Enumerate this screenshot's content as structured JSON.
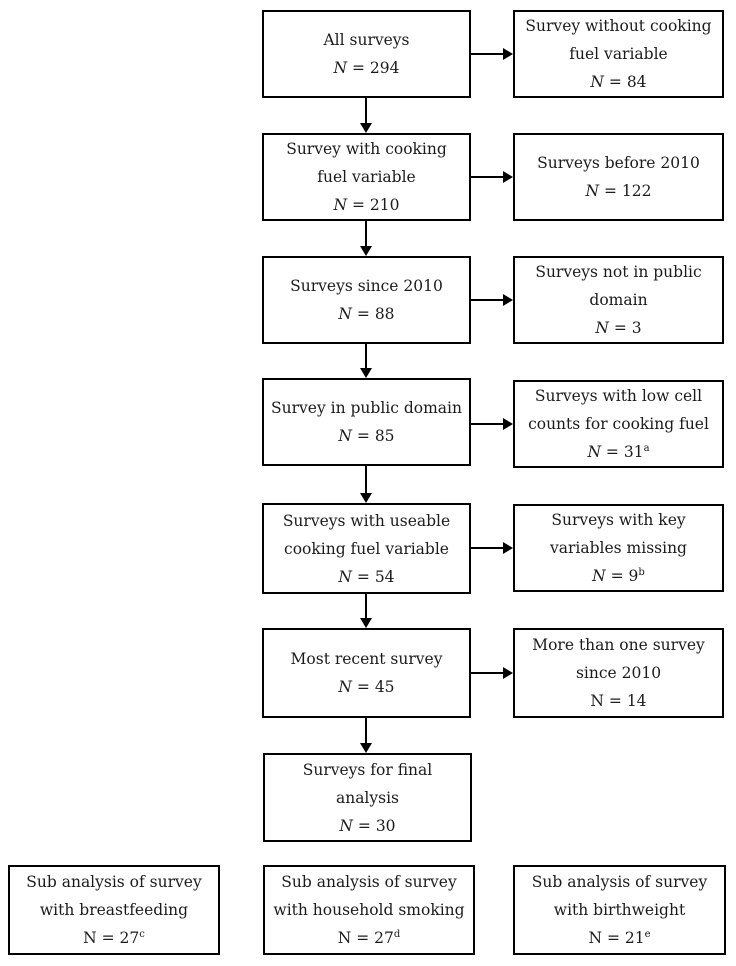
{
  "colors": {
    "background": "#ffffff",
    "box_border": "#000000",
    "text": "#1b1b1b",
    "arrow": "#000000"
  },
  "boxes": {
    "all_surveys": {
      "line1": "All surveys",
      "n": "N",
      "rest": " = 294",
      "sup": ""
    },
    "without_fuel": {
      "line1": "Survey without cooking",
      "line2": "fuel variable",
      "n": "N",
      "rest": " = 84",
      "sup": ""
    },
    "with_fuel": {
      "line1": "Survey with cooking",
      "line2": "fuel variable",
      "n": "N",
      "rest": " = 210",
      "sup": ""
    },
    "before_2010": {
      "line1": "Surveys before 2010",
      "n": "N",
      "rest": " = 122",
      "sup": ""
    },
    "since_2010": {
      "line1": "Surveys since 2010",
      "n": "N",
      "rest": " = 88",
      "sup": ""
    },
    "not_public": {
      "line1": "Surveys not in public",
      "line2": "domain",
      "n": "N",
      "rest": " = 3",
      "sup": ""
    },
    "public_domain": {
      "line1": "Survey in public domain",
      "n": "N",
      "rest": " = 85",
      "sup": ""
    },
    "low_cell": {
      "line1": "Surveys with low cell",
      "line2": "counts for cooking fuel",
      "n": "N",
      "rest": " = 31",
      "sup": "a"
    },
    "useable_fuel": {
      "line1": "Surveys with useable",
      "line2": "cooking fuel variable",
      "n": "N",
      "rest": " = 54",
      "sup": ""
    },
    "key_missing": {
      "line1": "Surveys with key",
      "line2": "variables missing",
      "n": "N",
      "rest": " = 9",
      "sup": "b"
    },
    "most_recent": {
      "line1": "Most recent survey",
      "n": "N",
      "rest": " = 45",
      "sup": ""
    },
    "multiple_since_2010": {
      "line1": "More than one survey",
      "line2": "since 2010",
      "n": "N",
      "rest": " = 14",
      "sup": ""
    },
    "final_analysis": {
      "line1": "Surveys for final",
      "line2": "analysis",
      "n": "N",
      "rest": " = 30",
      "sup": ""
    },
    "sub_breastfeeding": {
      "line1": "Sub analysis of survey",
      "line2": "with breastfeeding",
      "n": "N",
      "rest": " = 27",
      "sup": "c"
    },
    "sub_smoking": {
      "line1": "Sub analysis of survey",
      "line2": "with household smoking",
      "n": "N",
      "rest": " = 27",
      "sup": "d"
    },
    "sub_birthweight": {
      "line1": "Sub analysis of survey",
      "line2": "with birthweight",
      "n": "N",
      "rest": " = 21",
      "sup": "e"
    }
  }
}
